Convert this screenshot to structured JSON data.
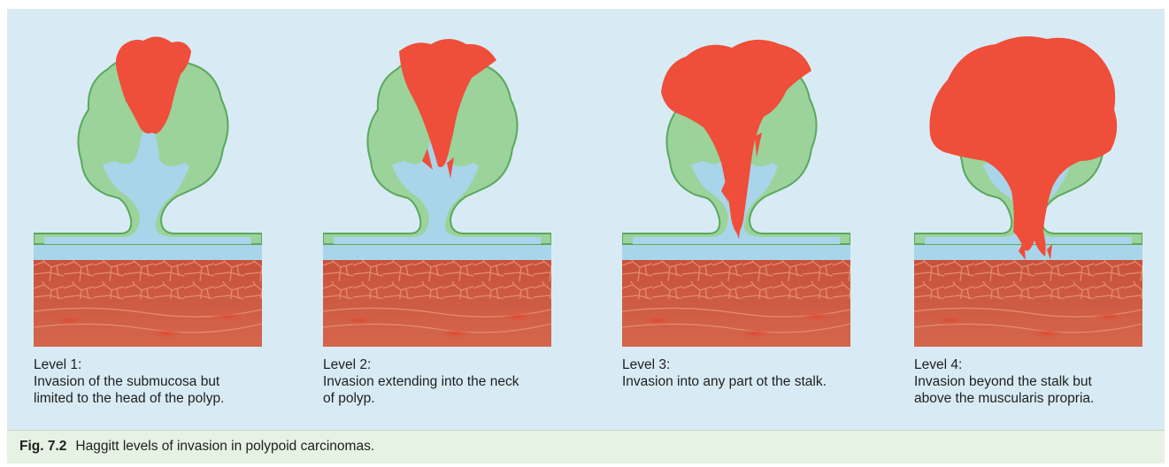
{
  "panels": [
    {
      "level": "Level 1:",
      "line1": "Invasion of the submucosa but",
      "line2": "limited to the head of the polyp."
    },
    {
      "level": "Level 2:",
      "line1": "Invasion extending into the neck",
      "line2": "of polyp."
    },
    {
      "level": "Level 3:",
      "line1": "Invasion into any part ot the stalk.",
      "line2": ""
    },
    {
      "level": "Level 4:",
      "line1": "Invasion beyond the stalk but",
      "line2": "above the muscularis propria."
    }
  ],
  "figure_caption": {
    "number": "Fig. 7.2",
    "text": "Haggitt levels of invasion in polypoid carcinomas."
  },
  "colors": {
    "background": "#d8ebf4",
    "mucosa": "#9bd39b",
    "mucosa_outline": "#5aa85e",
    "submucosa": "#a9d5ea",
    "carcinoma": "#ef4e3a",
    "muscularis": "#c8553d",
    "caption_band": "#e6f2e4"
  }
}
